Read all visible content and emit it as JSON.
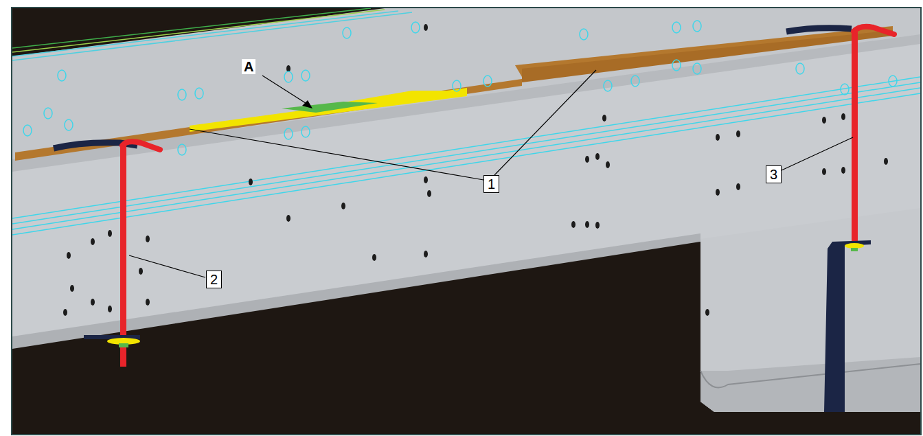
{
  "diagram": {
    "labels": [
      "A",
      "1",
      "2",
      "3"
    ]
  }
}
